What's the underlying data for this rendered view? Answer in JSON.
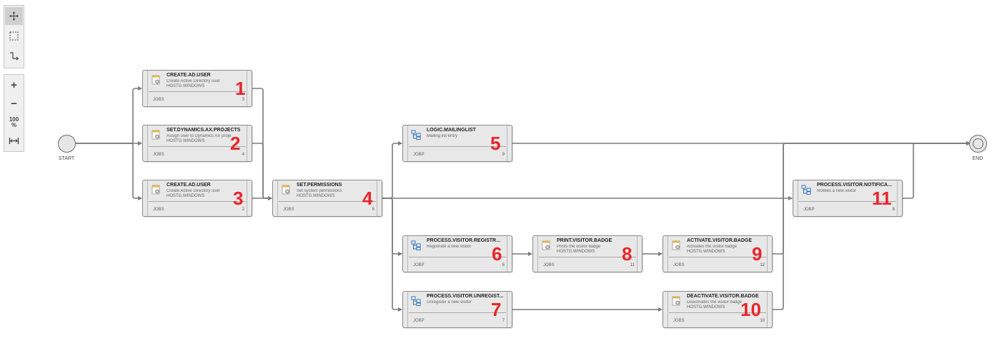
{
  "toolbar": {
    "tools": [
      {
        "name": "move-tool",
        "icon": "move-icon",
        "active": true
      },
      {
        "name": "select-tool",
        "icon": "marquee-icon",
        "active": false
      },
      {
        "name": "connect-tool",
        "icon": "connector-icon",
        "active": false
      }
    ],
    "zoom": {
      "in": "+",
      "out": "−",
      "reset_top": "100",
      "reset_bottom": "%",
      "fit": "fit-width-icon"
    }
  },
  "start_label": "START",
  "end_label": "END",
  "nodes": [
    {
      "id": "n1",
      "title": "CREATE.AD.USER",
      "desc": "Create Active Directory user",
      "host": "HOSTG.WINDOWS",
      "type": "JOBS",
      "count": "3",
      "num": "1",
      "icon": "job-icon"
    },
    {
      "id": "n2",
      "title": "SET.DYNAMICS.AX.PROJECTS",
      "desc": "Assign user to Dynamics AX proje",
      "host": "HOSTG.WINDOWS",
      "type": "JOBS",
      "count": "4",
      "num": "2",
      "icon": "job-icon"
    },
    {
      "id": "n3",
      "title": "CREATE.AD.USER",
      "desc": "Create Active Directory user",
      "host": "HOSTG.WINDOWS",
      "type": "JOBS",
      "count": "2",
      "num": "3",
      "icon": "job-icon"
    },
    {
      "id": "n4",
      "title": "SET.PERMISSIONS",
      "desc": "Set system permissions",
      "host": "HOSTG.WINDOWS",
      "type": "JOBS",
      "count": "5",
      "num": "4",
      "icon": "job-icon"
    },
    {
      "id": "n5",
      "title": "LOGIC.MAILINGLIST",
      "desc": "Mailing list entry",
      "host": "",
      "type": "JOBP",
      "count": "9",
      "num": "5",
      "icon": "workflow-icon"
    },
    {
      "id": "n6",
      "title": "PROCESS.VISITOR.REGISTR...",
      "desc": "Registrate a new visitor",
      "host": "",
      "type": "JOBP",
      "count": "6",
      "num": "6",
      "icon": "workflow-icon"
    },
    {
      "id": "n7",
      "title": "PROCESS.VISITOR.UNREGIST...",
      "desc": "Unregister a new visitor",
      "host": "",
      "type": "JOBP",
      "count": "7",
      "num": "7",
      "icon": "workflow-icon"
    },
    {
      "id": "n8",
      "title": "PRINT.VISITOR.BADGE",
      "desc": "Prints the visitor badge",
      "host": "HOSTG.WINDOWS",
      "type": "JOBS",
      "count": "11",
      "num": "8",
      "icon": "job-icon"
    },
    {
      "id": "n9",
      "title": "ACTIVATE.VISITOR.BADGE",
      "desc": "Activates the visitor badge",
      "host": "HOSTG.WINDOWS",
      "type": "JOBS",
      "count": "12",
      "num": "9",
      "icon": "job-icon"
    },
    {
      "id": "n10",
      "title": "DEACTIVATE.VISITOR.BADGE",
      "desc": "Deactivates the visitor badge",
      "host": "HOSTG.WINDOWS",
      "type": "JOBS",
      "count": "10",
      "num": "10",
      "icon": "job-icon"
    },
    {
      "id": "n11",
      "title": "PROCESS.VISITOR.NOTIFICA...",
      "desc": "Notifies a new visitor",
      "host": "",
      "type": "JOBP",
      "count": "8",
      "num": "11",
      "icon": "workflow-icon"
    }
  ]
}
